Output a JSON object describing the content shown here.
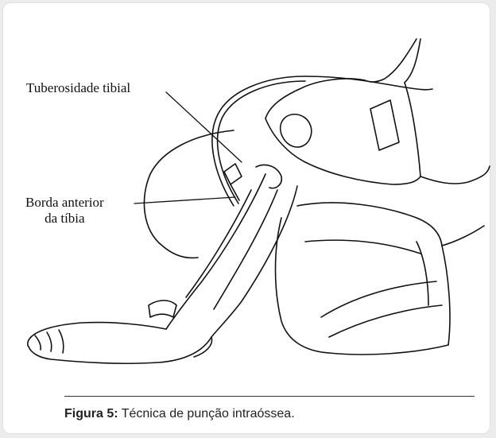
{
  "figure": {
    "labels": {
      "tuberosidade": "Tuberosidade tibial",
      "borda_line1": "Borda anterior",
      "borda_line2": "da tíbia"
    },
    "caption": {
      "label": "Figura 5:",
      "text": " Técnica de punção intraóssea."
    }
  }
}
